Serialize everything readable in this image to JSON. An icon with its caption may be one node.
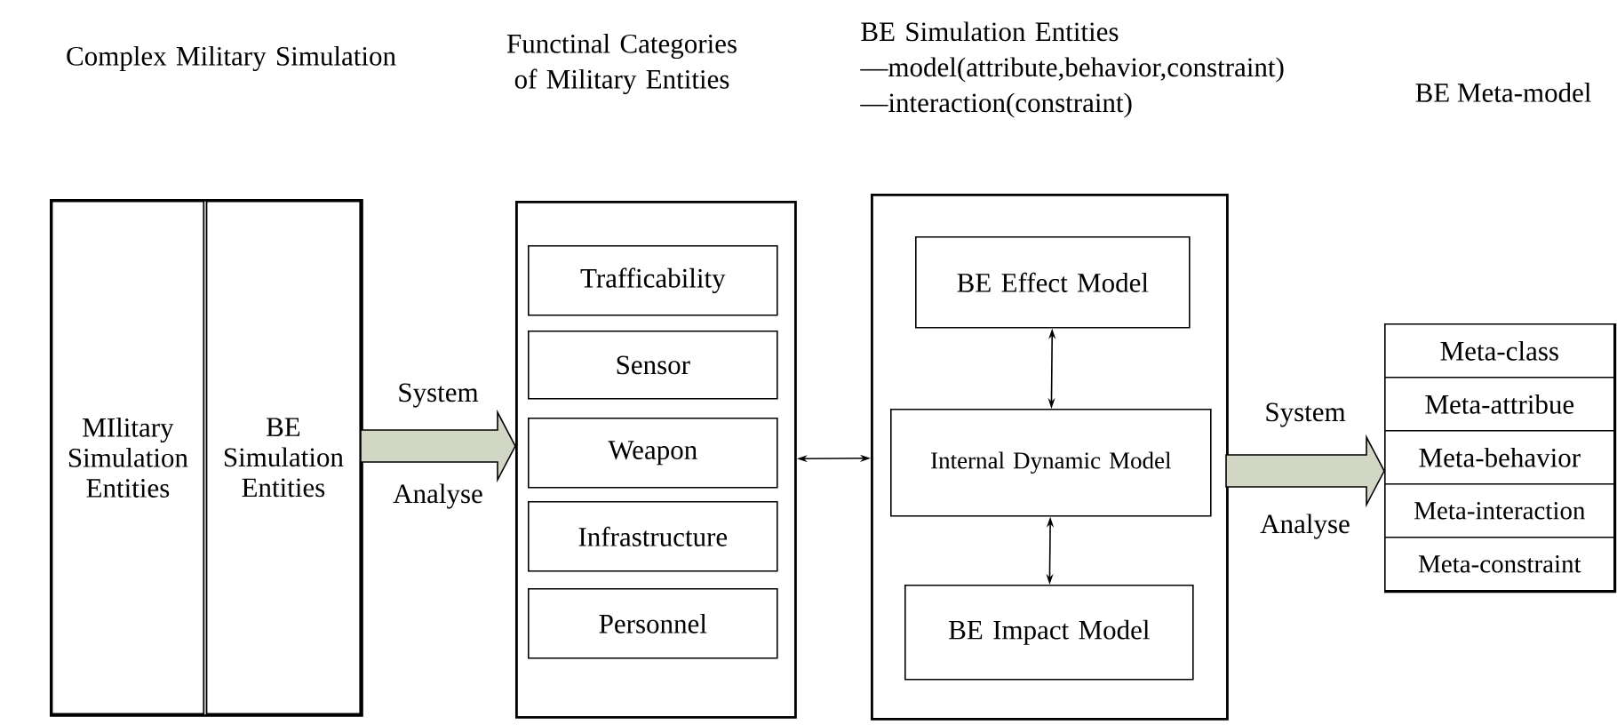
{
  "diagram": {
    "nodes": [
      {
        "text": [
          "Complex Military Simulation"
        ]
      },
      {
        "text": [
          "MIlitary Simulation Entities"
        ],
        "in": 0
      },
      {
        "text": [
          "BE Simulation Entities"
        ],
        "in": 0
      },
      {
        "text": [
          "Functinal Categories of Military Entities"
        ]
      },
      {
        "text": [
          "Trafficability"
        ],
        "in": 3
      },
      {
        "text": [
          "Sensor"
        ],
        "in": 3
      },
      {
        "text": [
          "Weapon"
        ],
        "in": 3
      },
      {
        "text": [
          "Infrastructure"
        ],
        "in": 3
      },
      {
        "text": [
          "Personnel"
        ],
        "in": 3
      },
      {
        "text": [
          "BE Simulation Entities",
          "—model(attribute,behavior,constraint)",
          "—interaction(constraint)"
        ]
      },
      {
        "text": [
          "BE Effect Model"
        ],
        "in": 9
      },
      {
        "text": [
          "Internal Dynamic Model"
        ],
        "in": 9
      },
      {
        "text": [
          "BE Impact Model"
        ],
        "in": 9
      },
      {
        "text": [],
        "shape": "box"
      },
      {
        "text": [
          "Meta-class"
        ],
        "in": 13
      },
      {
        "text": [
          "Meta-attribue"
        ],
        "in": 13
      },
      {
        "text": [
          "Meta-behavior"
        ],
        "in": 13
      },
      {
        "text": [
          "Meta-interaction"
        ],
        "in": 13
      },
      {
        "text": [
          "Meta-constraint"
        ],
        "in": 13
      }
    ],
    "edges": [
      {
        "from": 0,
        "to": 3,
        "arrow": "to",
        "style": "thick",
        "label": "System Analyse"
      },
      {
        "from": 3,
        "to": 9,
        "arrow": "both"
      },
      {
        "from": 10,
        "to": 11,
        "arrow": "both"
      },
      {
        "from": 11,
        "to": 12,
        "arrow": "both"
      },
      {
        "from": 9,
        "to": 13,
        "arrow": "to",
        "style": "thick",
        "label": "System Analyse"
      }
    ],
    "labels": [
      "BE Meta-model"
    ]
  }
}
